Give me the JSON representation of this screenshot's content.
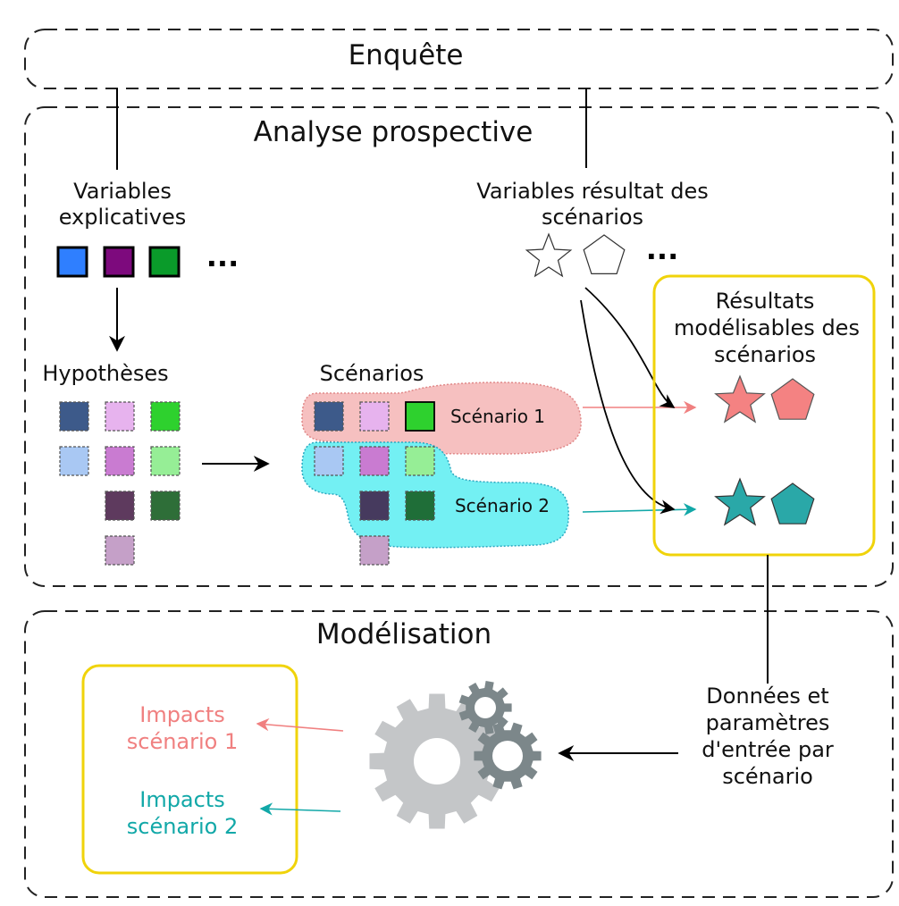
{
  "sections": {
    "survey": "Enquête",
    "prospective": "Analyse prospective",
    "modeling": "Modélisation"
  },
  "explanatory_variables": {
    "label_line1": "Variables",
    "label_line2": "explicatives",
    "ellipsis": "...",
    "colors": [
      "#2f7fff",
      "#7d0a7d",
      "#0a9b2a"
    ]
  },
  "result_variables": {
    "label_line1": "Variables résultat des",
    "label_line2": "scénarios",
    "ellipsis": "..."
  },
  "hypotheses": {
    "label": "Hypothèses"
  },
  "scenarios": {
    "label": "Scénarios",
    "scenario1": "Scénario 1",
    "scenario2": "Scénario 2",
    "color1": "#f08080",
    "color2": "#12a8a8"
  },
  "modelable_results": {
    "line1": "Résultats",
    "line2": "modélisables des",
    "line3": "scénarios"
  },
  "input_data": {
    "line1": "Données et",
    "line2": "paramètres",
    "line3": "d'entrée par",
    "line4": "scénario"
  },
  "impacts": {
    "s1_line1": "Impacts",
    "s1_line2": "scénario 1",
    "s2_line1": "Impacts",
    "s2_line2": "scénario 2"
  },
  "icons": [
    "star-icon",
    "pentagon-icon",
    "gears-icon"
  ]
}
